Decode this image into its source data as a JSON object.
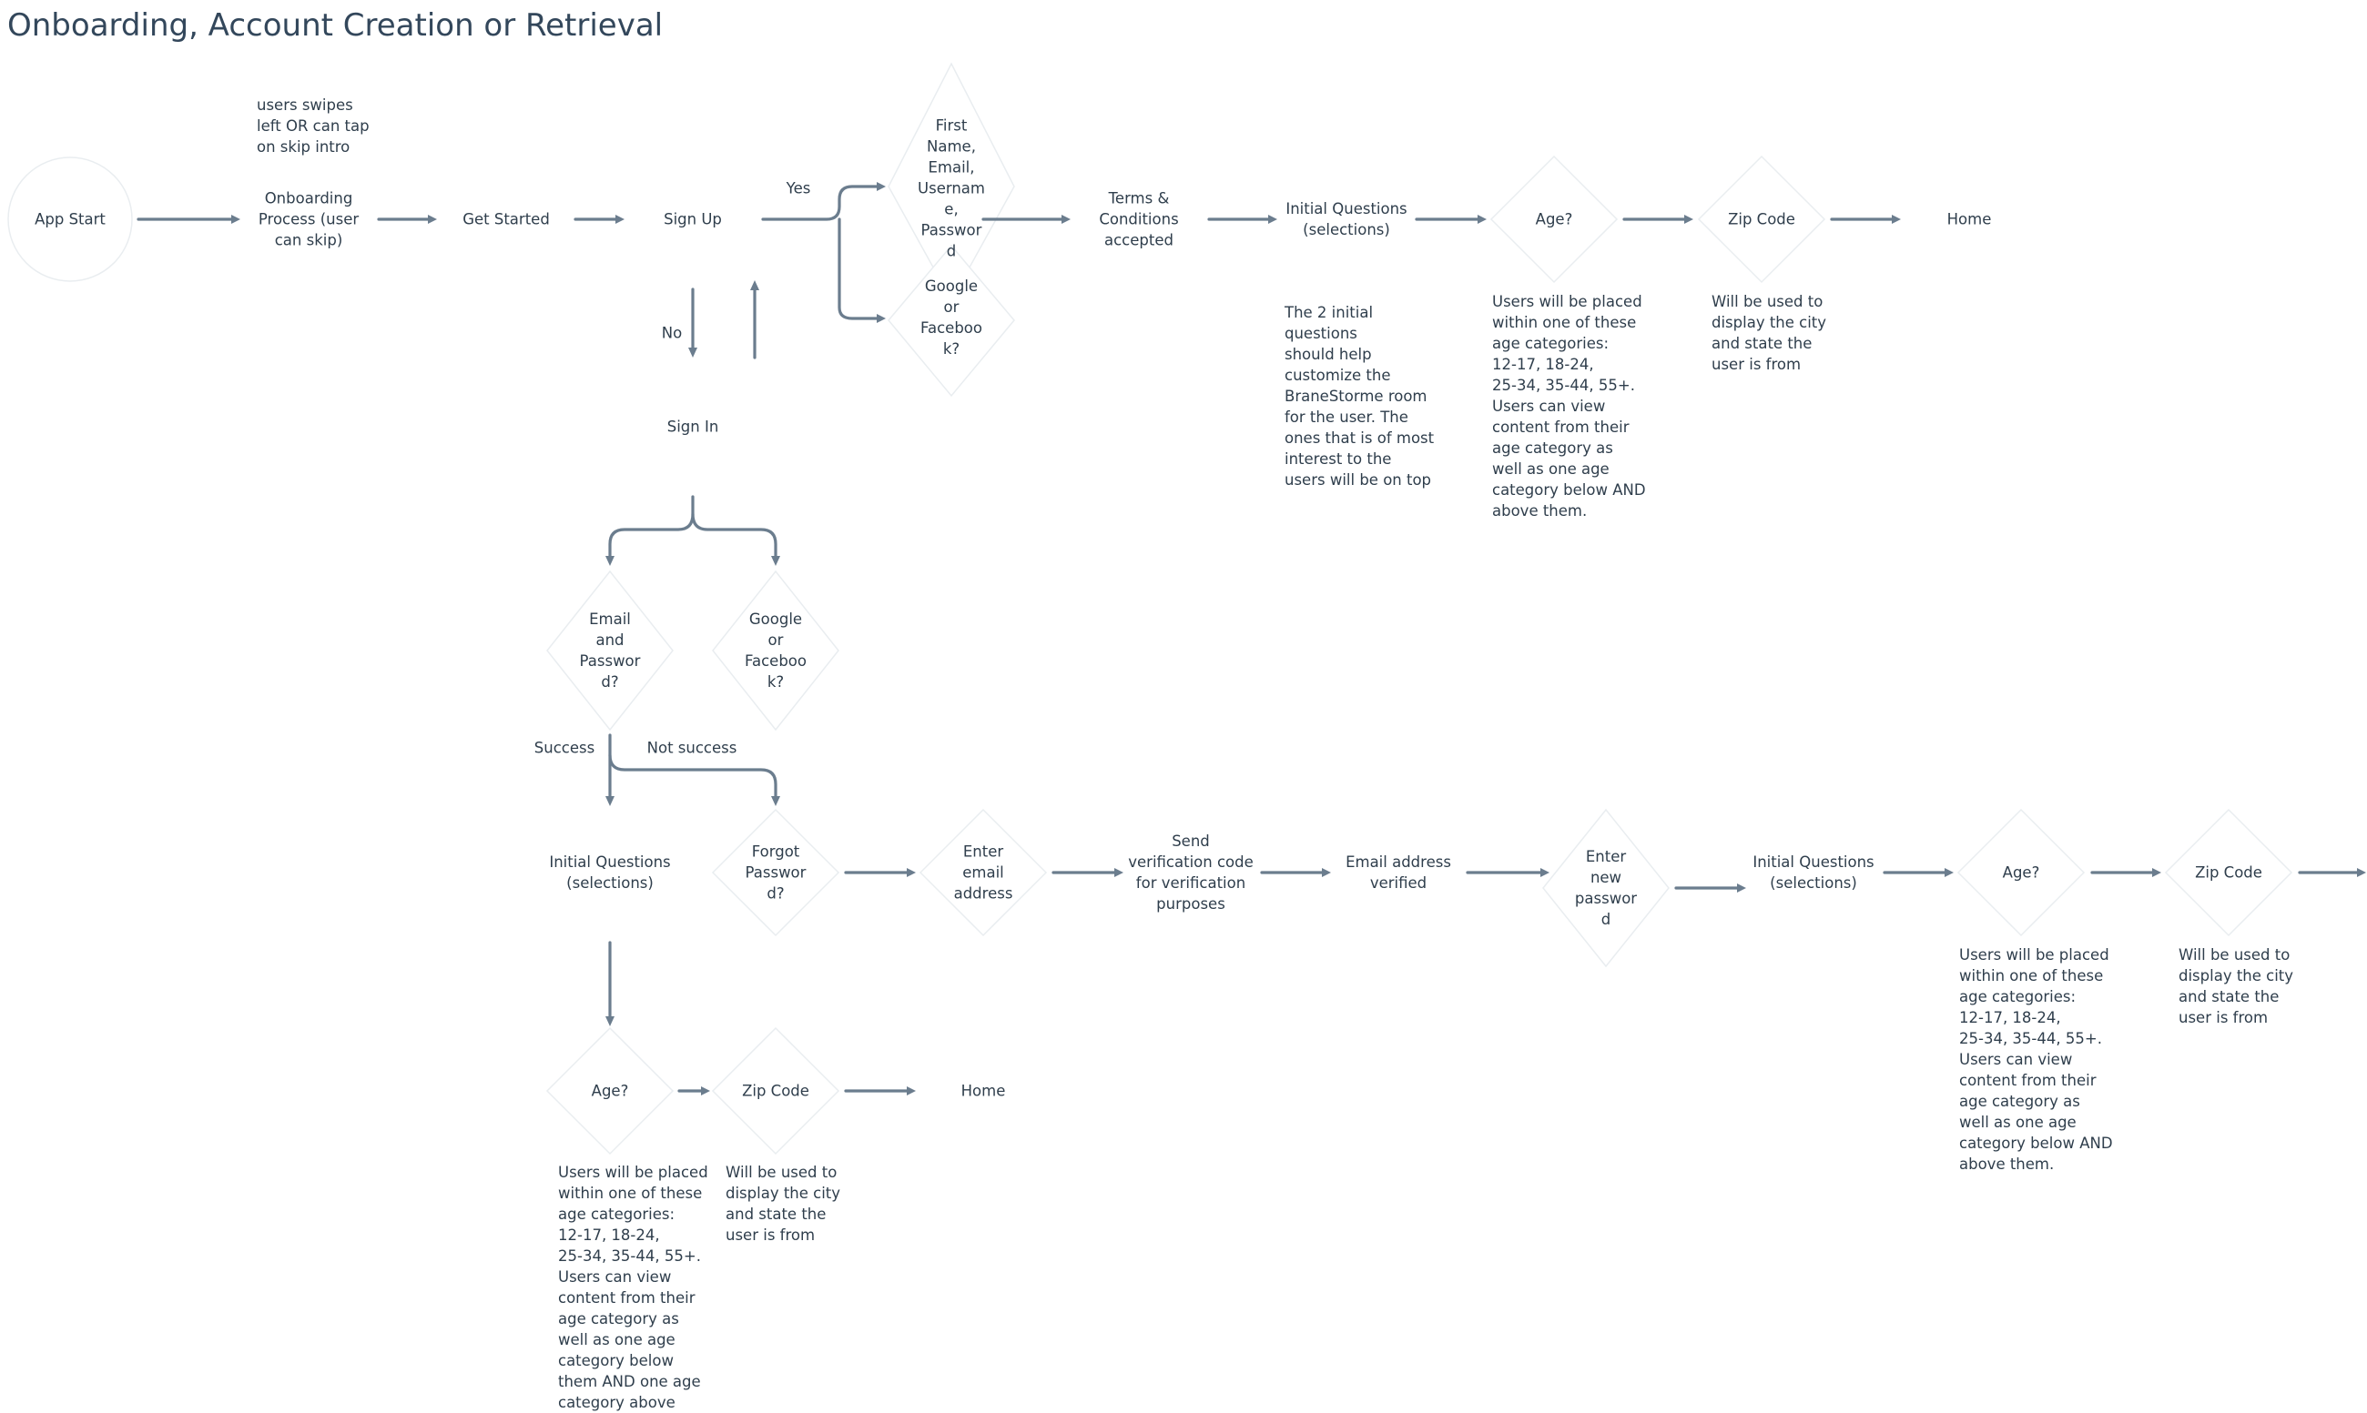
{
  "title": "Onboarding, Account Creation or Retrieval",
  "colors": {
    "connector": "#6b7d8e",
    "text": "#2f3e4c",
    "title": "#33475b",
    "shape_outline": "#e9edf0"
  },
  "nodes": {
    "app_start": "App Start",
    "onboarding": "Onboarding\nProcess (user\ncan skip)",
    "get_started": "Get Started",
    "sign_up": "Sign Up",
    "first_name": "First\nName,\nEmail,\nUsernam\ne,\nPasswor\nd",
    "google_fb_signup": "Google\nor\nFaceboo\nk?",
    "terms": "Terms &\nConditions\naccepted",
    "initial_q_top": "Initial Questions\n(selections)",
    "age_top": "Age?",
    "zip_top": "Zip Code",
    "home_top": "Home",
    "sign_in": "Sign In",
    "email_pw": "Email\nand\nPasswor\nd?",
    "google_fb_signin": "Google\nor\nFaceboo\nk?",
    "initial_q_left": "Initial Questions\n(selections)",
    "forgot_pw": "Forgot\nPasswor\nd?",
    "enter_email": "Enter\nemail\naddress",
    "send_code": "Send\nverification code\nfor verification\npurposes",
    "email_verified": "Email address\nverified",
    "enter_new_pw": "Enter\nnew\npasswor\nd",
    "initial_q_mid": "Initial Questions\n(selections)",
    "age_mid": "Age?",
    "zip_mid": "Zip Code",
    "age_bottom": "Age?",
    "zip_bottom": "Zip Code",
    "home_bottom": "Home"
  },
  "edge_labels": {
    "yes": "Yes",
    "no": "No",
    "success": "Success",
    "not_success": "Not success"
  },
  "notes": {
    "onboarding_note": "users swipes\nleft OR can tap\non skip intro",
    "initial_q_note": "The 2 initial\nquestions\nshould help\ncustomize the\nBraneStorme room\nfor the user. The\nones that is of most\ninterest to the\nusers will be on top",
    "age_note_top": "Users will be placed\nwithin one of these\nage categories:\n12-17, 18-24,\n25-34, 35-44, 55+.\nUsers can view\ncontent from their\nage category as\nwell as one age\ncategory below AND\nabove them.",
    "zip_note_top": "Will be used to\ndisplay the city\nand state the\nuser is from",
    "age_note_mid": "Users will be placed\nwithin one of these\nage categories:\n12-17, 18-24,\n25-34, 35-44, 55+.\nUsers can view\ncontent from their\nage category as\nwell as one age\ncategory below AND\nabove them.",
    "zip_note_mid": "Will be used to\ndisplay the city\nand state the\nuser is from",
    "age_note_bottom": "Users will be placed\nwithin one of these\nage categories:\n12-17, 18-24,\n25-34, 35-44, 55+.\nUsers can view\ncontent from their\nage category as\nwell as one age\ncategory below\nthem AND one age\ncategory above",
    "zip_note_bottom": "Will be used to\ndisplay the city\nand state the\nuser is from"
  }
}
